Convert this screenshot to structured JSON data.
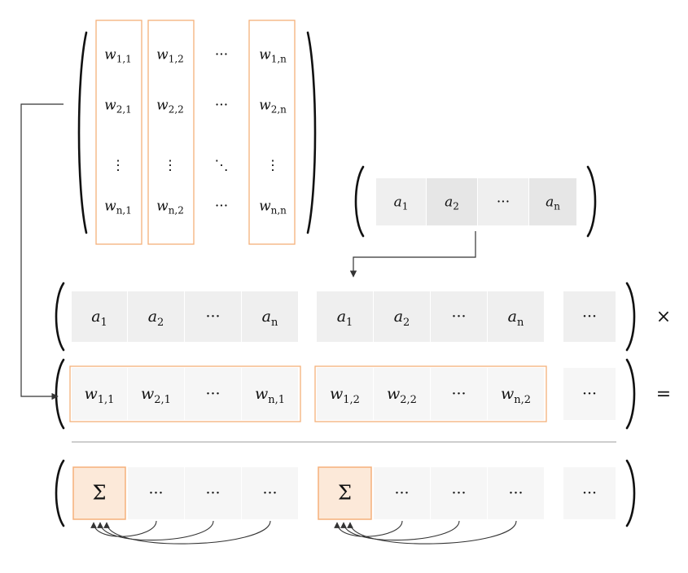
{
  "colors": {
    "cell_fill_row_a": "#efefef",
    "cell_fill_row_b": "#f6f6f6",
    "cell_fill_sum": "#fce9d9",
    "cell_fill_highlight": "#e6e6e6",
    "accent_orange": "#f5b07a",
    "ink": "#111111",
    "divider": "#bdbdbd",
    "arrow": "#333333"
  },
  "symbols": {
    "hdots": "···",
    "vdots": "⋮",
    "ddots": "⋱",
    "sum": "Σ",
    "times": "×",
    "equals": "="
  },
  "weight_matrix": {
    "rows": [
      [
        {
          "b": "w",
          "s": "1,1"
        },
        {
          "b": "w",
          "s": "1,2"
        },
        {
          "d": "···"
        },
        {
          "b": "w",
          "s": "1,n"
        }
      ],
      [
        {
          "b": "w",
          "s": "2,1"
        },
        {
          "b": "w",
          "s": "2,2"
        },
        {
          "d": "···"
        },
        {
          "b": "w",
          "s": "2,n"
        }
      ],
      [
        {
          "d": "⋮"
        },
        {
          "d": "⋮"
        },
        {
          "d": "⋱"
        },
        {
          "d": "⋮"
        }
      ],
      [
        {
          "b": "w",
          "s": "n,1"
        },
        {
          "b": "w",
          "s": "n,2"
        },
        {
          "d": "···"
        },
        {
          "b": "w",
          "s": "n,n"
        }
      ]
    ]
  },
  "input_vector": [
    {
      "b": "a",
      "s": "1"
    },
    {
      "b": "a",
      "s": "2"
    },
    {
      "d": "···"
    },
    {
      "b": "a",
      "s": "n"
    }
  ],
  "repeated_input_row": {
    "groups": [
      [
        {
          "b": "a",
          "s": "1"
        },
        {
          "b": "a",
          "s": "2"
        },
        {
          "d": "···"
        },
        {
          "b": "a",
          "s": "n"
        }
      ],
      [
        {
          "b": "a",
          "s": "1"
        },
        {
          "b": "a",
          "s": "2"
        },
        {
          "d": "···"
        },
        {
          "b": "a",
          "s": "n"
        }
      ]
    ],
    "tail": "···",
    "operator": "×"
  },
  "flattened_weight_row": {
    "groups": [
      [
        {
          "b": "w",
          "s": "1,1"
        },
        {
          "b": "w",
          "s": "2,1"
        },
        {
          "d": "···"
        },
        {
          "b": "w",
          "s": "n,1"
        }
      ],
      [
        {
          "b": "w",
          "s": "1,2"
        },
        {
          "b": "w",
          "s": "2,2"
        },
        {
          "d": "···"
        },
        {
          "b": "w",
          "s": "n,2"
        }
      ]
    ],
    "tail": "···",
    "operator": "="
  },
  "sum_row": {
    "groups": [
      [
        {
          "d": "Σ"
        },
        {
          "d": "···"
        },
        {
          "d": "···"
        },
        {
          "d": "···"
        }
      ],
      [
        {
          "d": "Σ"
        },
        {
          "d": "···"
        },
        {
          "d": "···"
        },
        {
          "d": "···"
        }
      ]
    ],
    "tail": "···"
  }
}
